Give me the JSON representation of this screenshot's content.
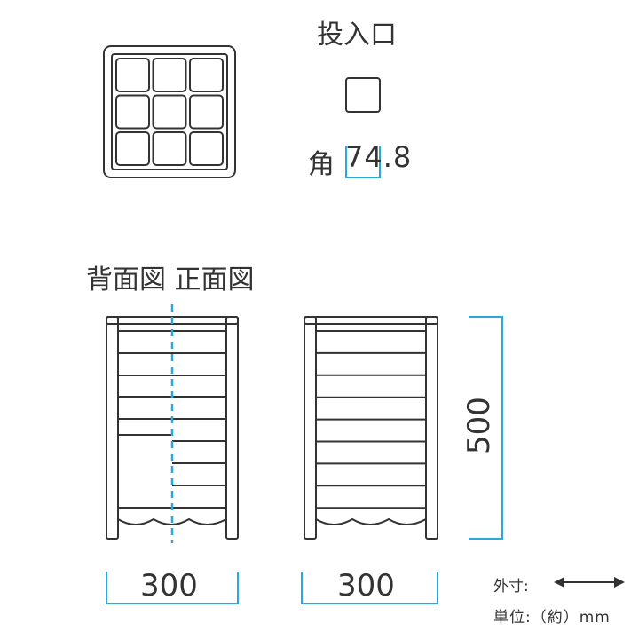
{
  "top_view": {
    "slot_label": "投入口",
    "slot_prefix": "角",
    "slot_size": "74.8"
  },
  "side_views": {
    "title": "背面図 正面図"
  },
  "dimensions": {
    "height": "500",
    "back_width": "300",
    "front_width": "300"
  },
  "legend": {
    "outer_label": "外寸:",
    "unit_label": "単位:（約）mm"
  },
  "colors": {
    "line": "#333333",
    "dimension": "#2aa8d8"
  }
}
